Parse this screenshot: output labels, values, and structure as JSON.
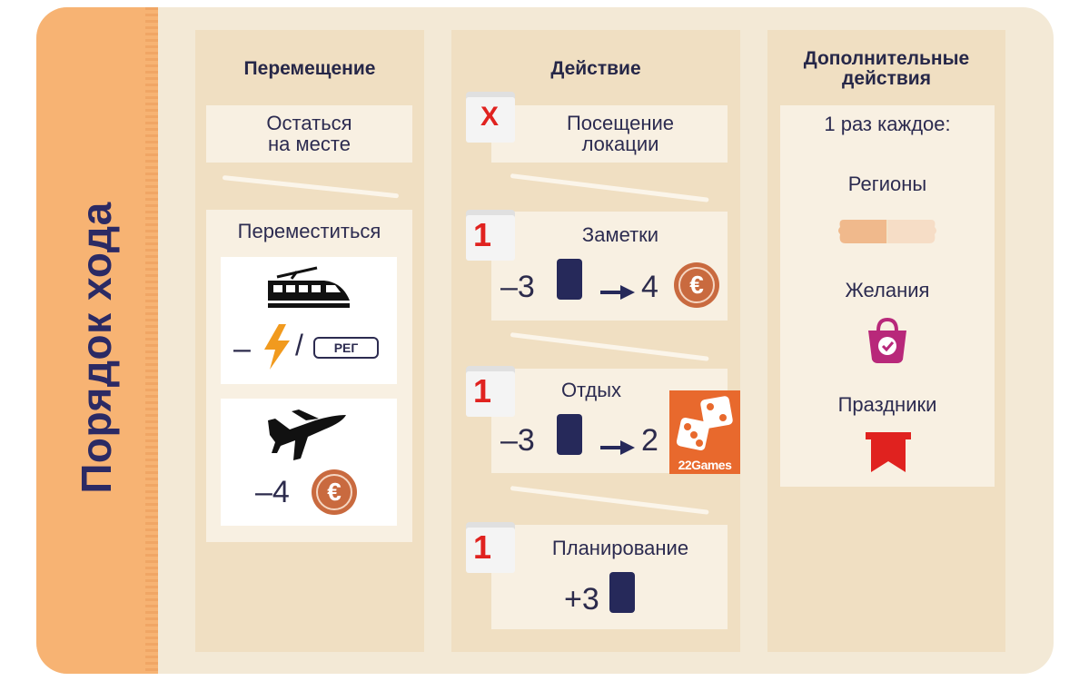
{
  "side_title": "Порядок хода",
  "movement": {
    "title": "Перемещение",
    "stay_label": "Остаться на месте",
    "stay_line1": "Остаться",
    "stay_line2": "на месте",
    "move_label": "Переместиться",
    "train_cost_minus": "–",
    "train_slash": "/",
    "train_ticket": "РЕГ",
    "plane_cost": "–4",
    "icons": [
      "train-icon",
      "lightning-icon",
      "ticket-icon",
      "plane-icon",
      "euro-icon"
    ]
  },
  "action": {
    "title": "Действие",
    "visit": {
      "badge": "X",
      "line1": "Посещение",
      "line2": "локации"
    },
    "notes": {
      "badge": "1",
      "label": "Заметки",
      "cost": "–3",
      "gain": "4"
    },
    "rest": {
      "badge": "1",
      "label": "Отдых",
      "cost": "–3",
      "gain": "2"
    },
    "planning": {
      "badge": "1",
      "label": "Планирование",
      "gain": "+3"
    }
  },
  "extra": {
    "title_line1": "Дополнительные",
    "title_line2": "действия",
    "once_each": "1 раз каждое:",
    "regions": "Регионы",
    "wishes": "Желания",
    "holidays": "Праздники"
  },
  "watermark": "22Games",
  "colors": {
    "side": "#f7b373",
    "card_bg": "#f3e9d6",
    "column": "#f0dfc2",
    "navy": "#26295a",
    "euro": "#c96a3f",
    "red": "#e0221f",
    "magenta": "#b8287a",
    "lightning": "#f19a1e"
  }
}
